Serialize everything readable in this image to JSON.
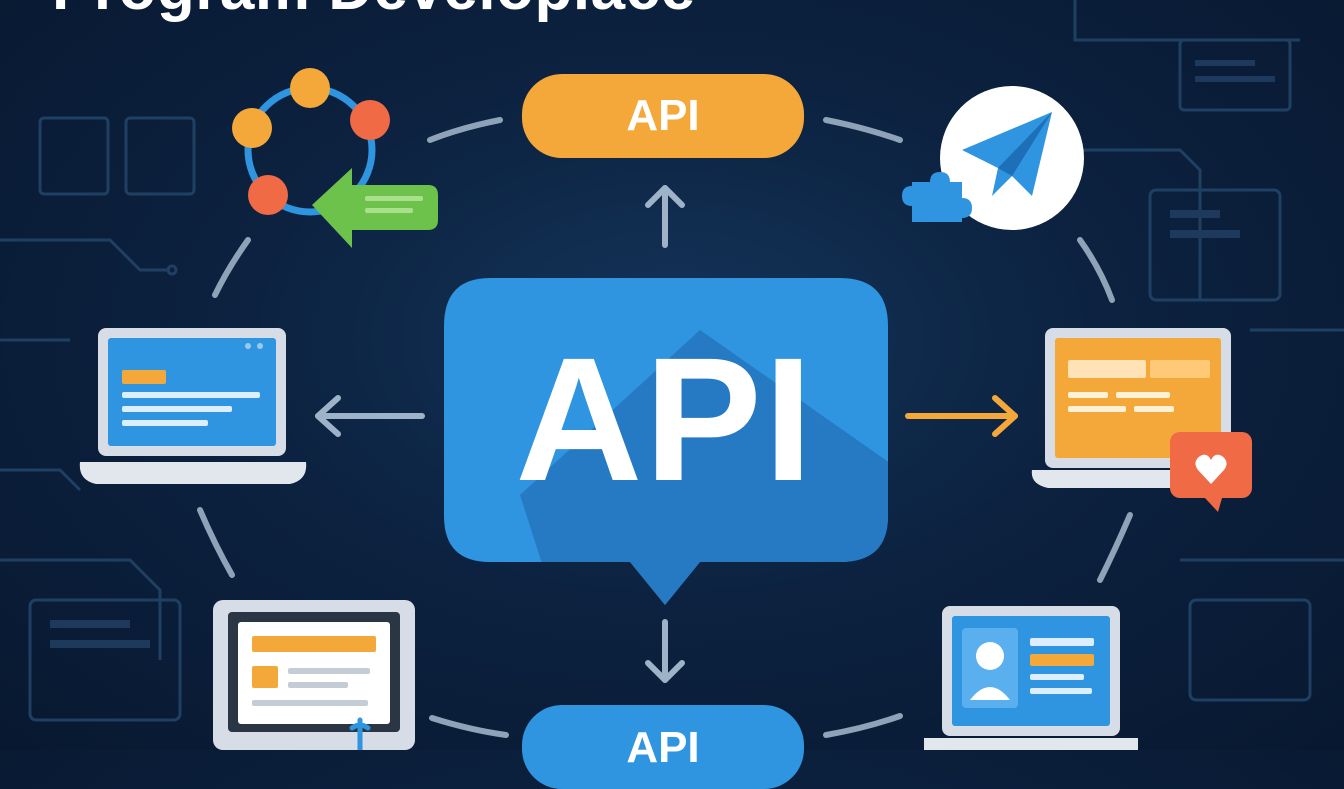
{
  "title": "Program Developlace",
  "center_bubble": {
    "label": "API",
    "color": "#2f95e0"
  },
  "top_pill": {
    "label": "API",
    "color": "#f5a83a"
  },
  "bottom_pill": {
    "label": "API",
    "color": "#2f95e0"
  },
  "colors": {
    "background": "#0c2240",
    "accent_orange": "#f5a83a",
    "accent_blue": "#2f95e0",
    "accent_green": "#6cc24a",
    "accent_red": "#ef6a45",
    "connector": "#8fa3b8"
  },
  "nodes": [
    {
      "icon": "network-nodes-icon"
    },
    {
      "icon": "send-plugin-icon"
    },
    {
      "icon": "laptop-blue-icon"
    },
    {
      "icon": "laptop-orange-icon"
    },
    {
      "icon": "desktop-monitor-icon"
    },
    {
      "icon": "profile-laptop-icon"
    }
  ]
}
